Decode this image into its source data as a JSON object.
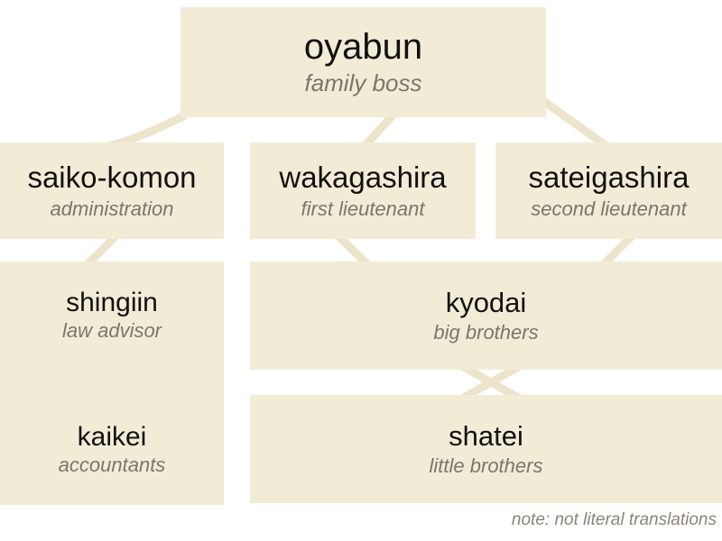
{
  "diagram": {
    "title_note": "note: not literal translations",
    "palette": {
      "box_fill": "#f2ecd7",
      "connector": "#ece4cb",
      "term_color": "#111111",
      "gloss_color": "#7b7668",
      "note_color": "#8a8478",
      "background": "#ffffff"
    },
    "nodes": {
      "oyabun": {
        "term": "oyabun",
        "gloss": "family boss"
      },
      "saiko_komon": {
        "term": "saiko-komon",
        "gloss": "administration"
      },
      "wakagashira": {
        "term": "wakagashira",
        "gloss": "first lieutenant"
      },
      "sateigashira": {
        "term": "sateigashira",
        "gloss": "second lieutenant"
      },
      "shingiin": {
        "term": "shingiin",
        "gloss": "law advisor"
      },
      "kaikei": {
        "term": "kaikei",
        "gloss": "accountants"
      },
      "kyodai": {
        "term": "kyodai",
        "gloss": "big brothers"
      },
      "shatei": {
        "term": "shatei",
        "gloss": "little brothers"
      }
    },
    "edges": [
      {
        "from": "oyabun",
        "to": "saiko_komon"
      },
      {
        "from": "oyabun",
        "to": "wakagashira"
      },
      {
        "from": "oyabun",
        "to": "sateigashira"
      },
      {
        "from": "saiko_komon",
        "to": "shingiin"
      },
      {
        "from": "wakagashira",
        "to": "kyodai"
      },
      {
        "from": "sateigashira",
        "to": "kyodai"
      },
      {
        "from": "kyodai",
        "to": "shatei"
      },
      {
        "from": "kyodai",
        "to": "shatei"
      }
    ]
  }
}
